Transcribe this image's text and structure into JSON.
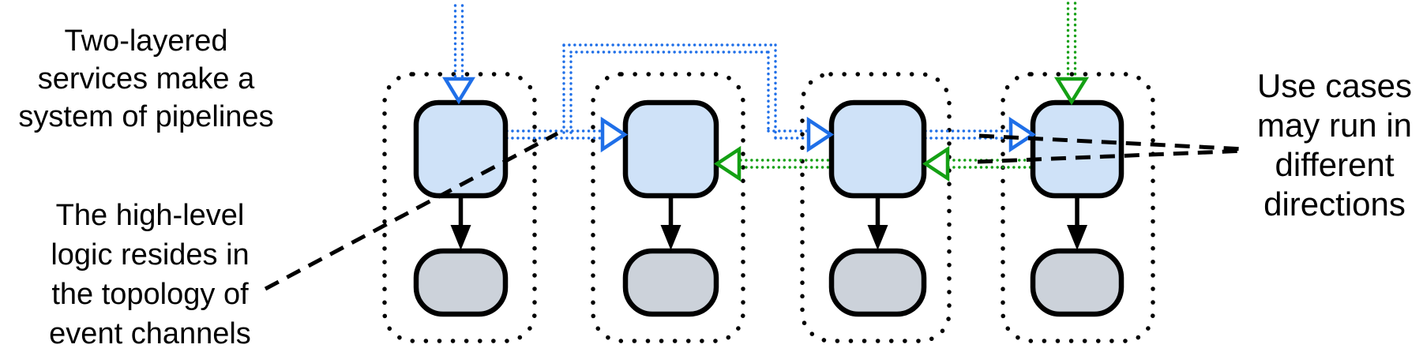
{
  "colors": {
    "blue": "#1f6fe8",
    "green": "#14a014",
    "high_level_fill": "#cfe2f8",
    "low_level_fill": "#ccd2da",
    "outline": "#000000",
    "background": "#ffffff"
  },
  "annotations": {
    "pipelines_note": "Two-layered\nservices make a\nsystem of pipelines",
    "topology_note": "The high-level\nlogic resides in\nthe topology of\nevent channels",
    "directions_note": "Use cases\nmay run in\ndifferent\ndirections"
  },
  "diagram": {
    "service_count": 4,
    "layers_per_service": 2,
    "blue_channel_flow": "left-to-right: external into service 1, service 1 to service 2, service 1 over the top to service 3, service 3 to service 4",
    "green_channel_flow": "right-to-left: external into service 4, service 4 to service 3, service 3 to service 2"
  }
}
